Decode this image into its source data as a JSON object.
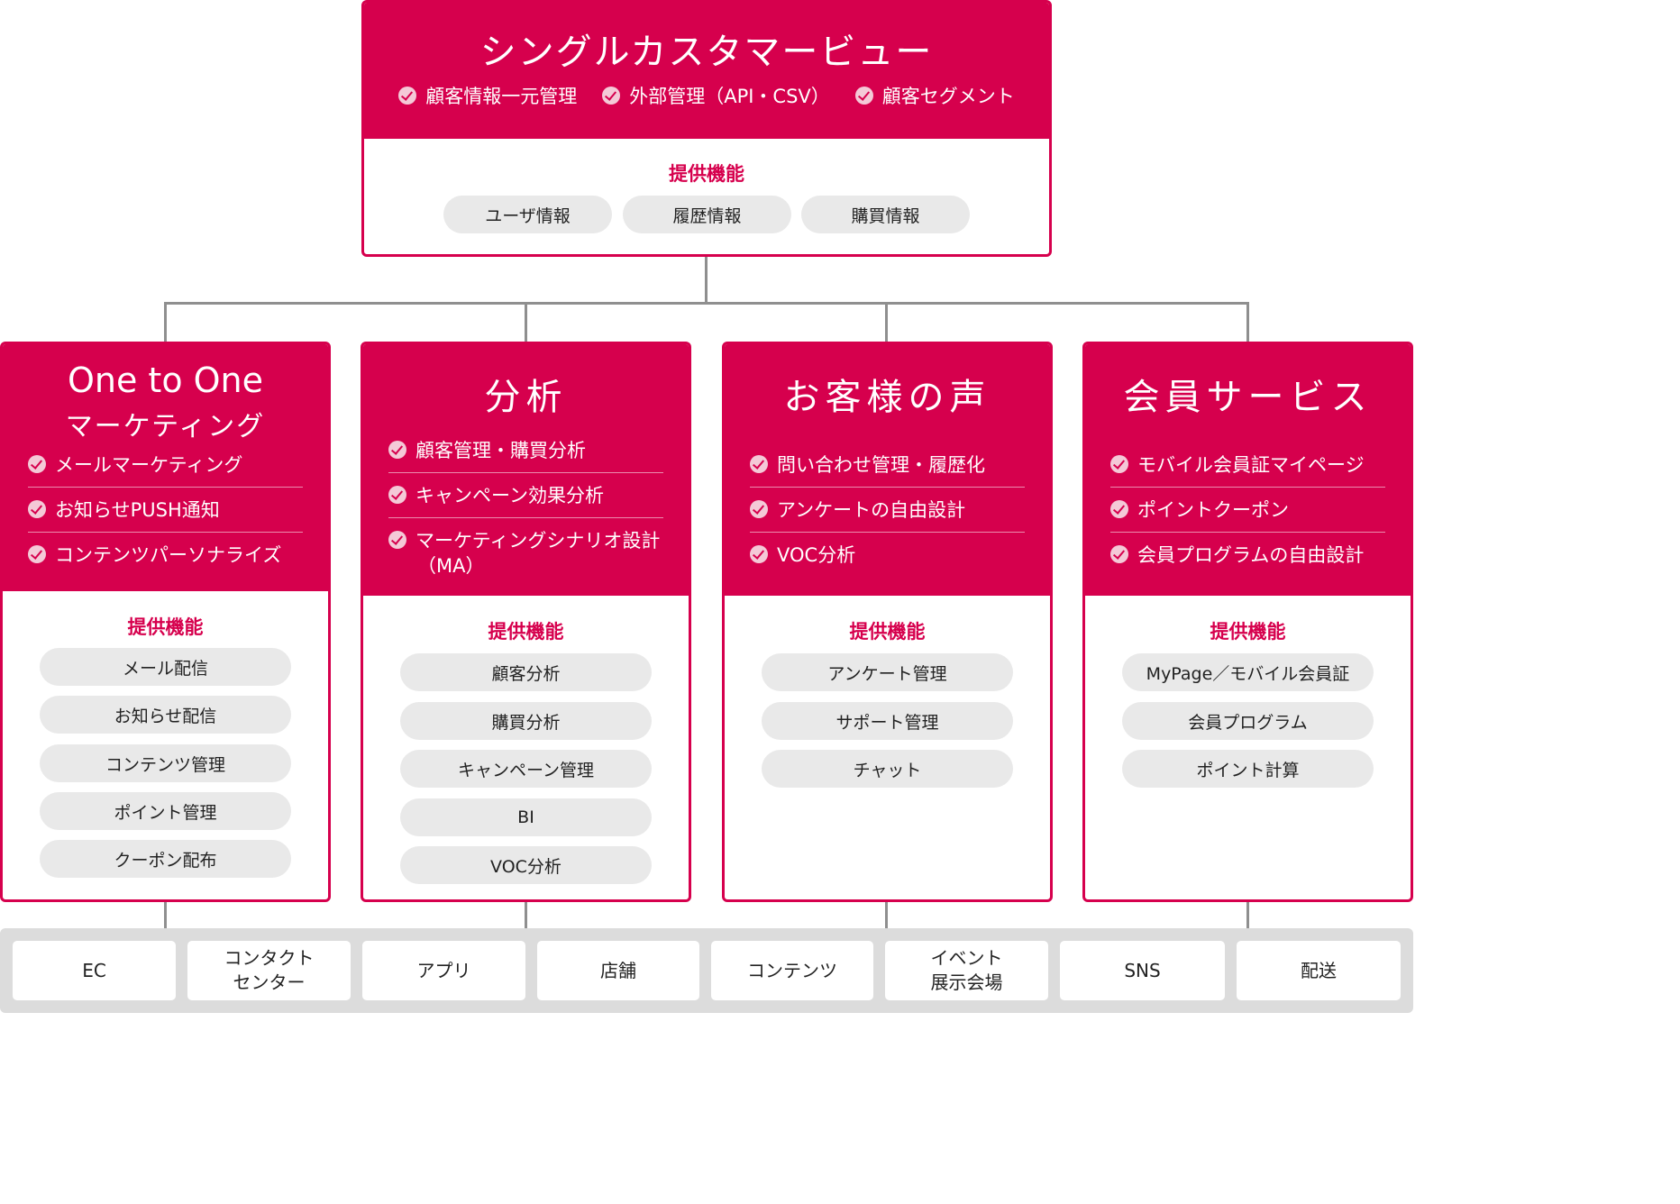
{
  "top": {
    "title": "シングルカスタマービュー",
    "features": [
      "顧客情報一元管理",
      "外部管理（API・CSV）",
      "顧客セグメント"
    ],
    "functions_title": "提供機能",
    "functions": [
      "ユーザ情報",
      "履歴情報",
      "購買情報"
    ]
  },
  "modules": [
    {
      "title_line1": "One to One",
      "title_line2": "マーケティング",
      "features": [
        "メールマーケティング",
        "お知らせPUSH通知",
        "コンテンツパーソナライズ"
      ],
      "functions_title": "提供機能",
      "functions": [
        "メール配信",
        "お知らせ配信",
        "コンテンツ管理",
        "ポイント管理",
        "クーポン配布"
      ]
    },
    {
      "title": "分析",
      "features": [
        "顧客管理・購買分析",
        "キャンペーン効果分析",
        "マーケティングシナリオ設計",
        "（MA）"
      ],
      "functions_title": "提供機能",
      "functions": [
        "顧客分析",
        "購買分析",
        "キャンペーン管理",
        "BI",
        "VOC分析"
      ]
    },
    {
      "title": "お客様の声",
      "features": [
        "問い合わせ管理・履歴化",
        "アンケートの自由設計",
        "VOC分析"
      ],
      "functions_title": "提供機能",
      "functions": [
        "アンケート管理",
        "サポート管理",
        "チャット"
      ]
    },
    {
      "title": "会員サービス",
      "features": [
        "モバイル会員証マイページ",
        "ポイントクーポン",
        "会員プログラムの自由設計"
      ],
      "functions_title": "提供機能",
      "functions": [
        "MyPage／モバイル会員証",
        "会員プログラム",
        "ポイント計算"
      ]
    }
  ],
  "channels": [
    {
      "line1": "EC",
      "line2": ""
    },
    {
      "line1": "コンタクト",
      "line2": "センター"
    },
    {
      "line1": "アプリ",
      "line2": ""
    },
    {
      "line1": "店舗",
      "line2": ""
    },
    {
      "line1": "コンテンツ",
      "line2": ""
    },
    {
      "line1": "イベント",
      "line2": "展示会場"
    },
    {
      "line1": "SNS",
      "line2": ""
    },
    {
      "line1": "配送",
      "line2": ""
    }
  ],
  "colors": {
    "accent": "#d6004d",
    "pill": "#e9e9e9",
    "connector": "#8f8f8f",
    "channel_bar": "#dcdcdc"
  }
}
